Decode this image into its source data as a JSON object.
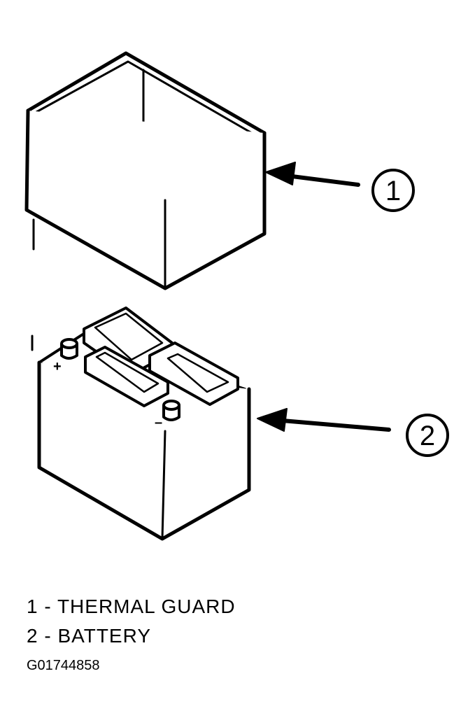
{
  "callouts": [
    {
      "number": "1"
    },
    {
      "number": "2"
    }
  ],
  "legend": [
    {
      "text": "1 - THERMAL GUARD"
    },
    {
      "text": "2 - BATTERY"
    }
  ],
  "figure_id": "G01744858",
  "terminals": {
    "positive": "+",
    "negative": "–"
  }
}
